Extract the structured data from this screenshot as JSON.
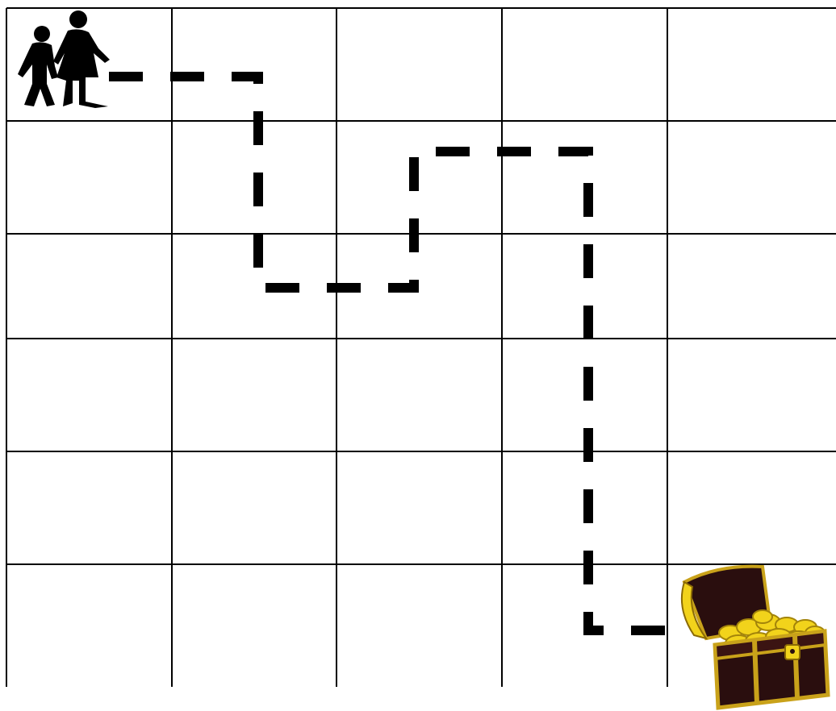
{
  "grid": {
    "columns": 5,
    "rows": 6
  },
  "start": {
    "icon": "children-walking-icon",
    "cell": [
      0,
      0
    ]
  },
  "goal": {
    "icon": "treasure-chest-icon",
    "cell": [
      4,
      5
    ]
  },
  "path": {
    "style": "dashed",
    "color": "#000000",
    "moves": [
      "right",
      "down",
      "down",
      "right",
      "up",
      "right",
      "down",
      "down",
      "down",
      "down",
      "right"
    ]
  },
  "colors": {
    "grid_line": "#000000",
    "background": "#ffffff",
    "chest_wood": "#2a0e0e",
    "chest_trim": "#c9a21a",
    "gold": "#f2d31b"
  }
}
